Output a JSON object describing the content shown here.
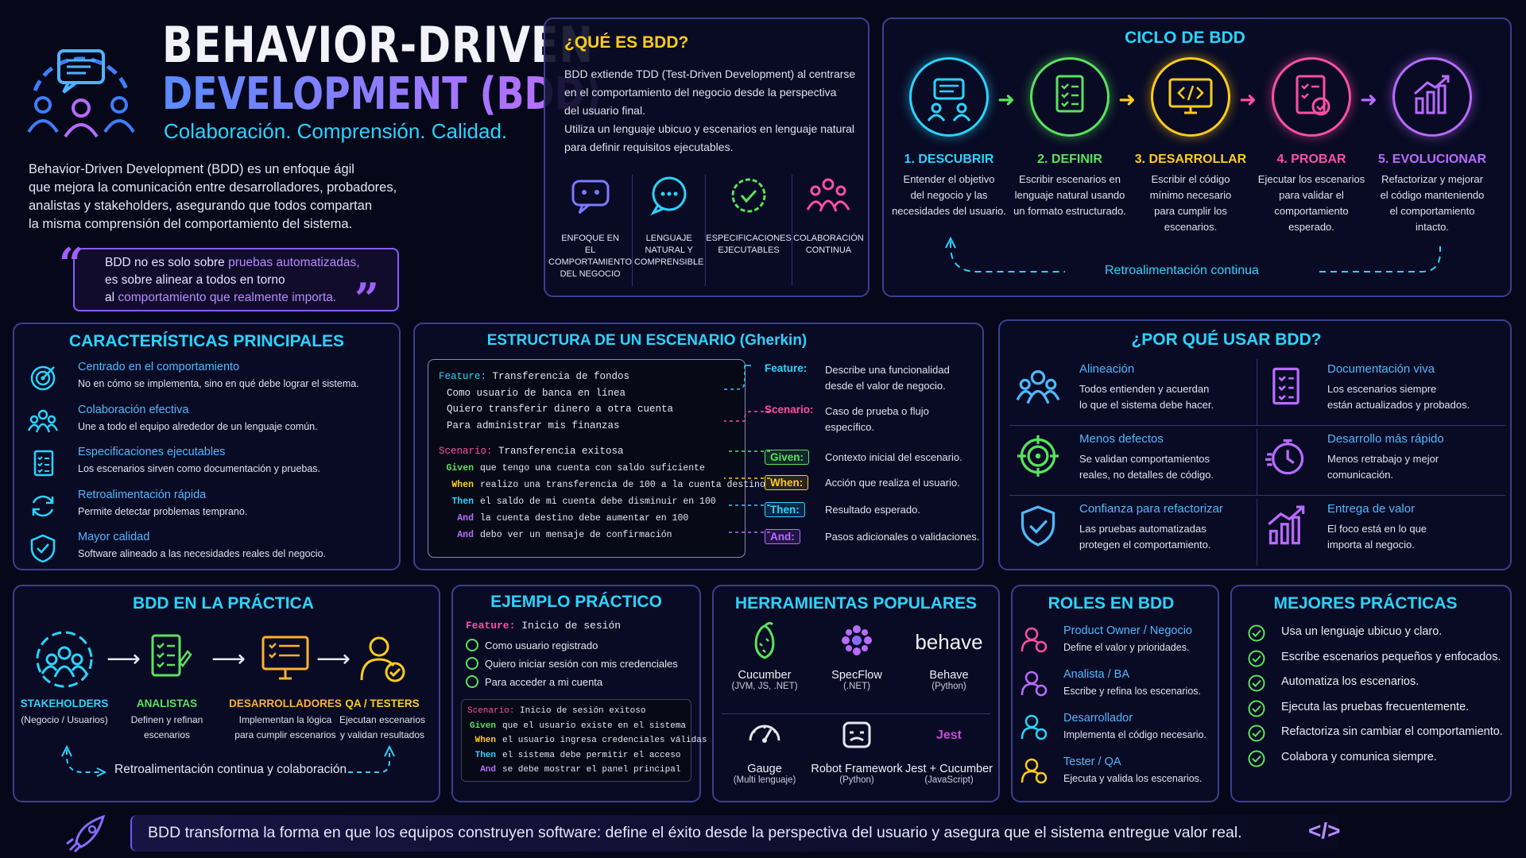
{
  "header": {
    "title1": "BEHAVIOR-DRIVEN",
    "title2": "DEVELOPMENT (BDD)",
    "subtitle": "Colaboración. Comprensión. Calidad.",
    "intro": [
      "Behavior-Driven Development (BDD) es un enfoque ágil",
      "que mejora la comunicación entre desarrolladores, probadores,",
      "analistas y stakeholders, asegurando que todos compartan",
      "la misma comprensión del comportamiento del sistema."
    ],
    "quote": {
      "l1a": "BDD no es solo sobre ",
      "l1b": "pruebas automatizadas,",
      "l2": "es sobre alinear a todos en torno",
      "l3a": "al ",
      "l3b": "comportamiento que realmente importa."
    }
  },
  "que": {
    "title": "¿QUÉ ES BDD?",
    "p1": [
      "BDD extiende TDD (Test-Driven Development) al centrarse",
      "en el comportamiento del negocio desde la perspectiva",
      "del usuario final."
    ],
    "p2": [
      "Utiliza un lenguaje ubicuo y escenarios en lenguaje natural",
      "para definir requisitos ejecutables."
    ],
    "items": [
      {
        "l1": "ENFOQUE EN",
        "l2": "EL COMPORTAMIENTO",
        "l3": "DEL NEGOCIO"
      },
      {
        "l1": "LENGUAJE",
        "l2": "NATURAL Y",
        "l3": "COMPRENSIBLE"
      },
      {
        "l1": "ESPECIFICACIONES",
        "l2": "EJECUTABLES",
        "l3": ""
      },
      {
        "l1": "COLABORACIÓN",
        "l2": "CONTINUA",
        "l3": ""
      }
    ]
  },
  "ciclo": {
    "title": "CICLO DE BDD",
    "feedback": "Retroalimentación continua",
    "steps": [
      {
        "title": "1. DESCUBRIR",
        "d": [
          "Entender el objetivo",
          "del negocio y las",
          "necesidades del usuario."
        ],
        "color": "#2ad4ff"
      },
      {
        "title": "2. DEFINIR",
        "d": [
          "Escribir escenarios en",
          "lenguaje natural usando",
          "un formato estructurado."
        ],
        "color": "#59e35d"
      },
      {
        "title": "3. DESARROLLAR",
        "d": [
          "Escribir el código",
          "mínimo necesario",
          "para cumplir los",
          "escenarios."
        ],
        "color": "#ffcc1a"
      },
      {
        "title": "4. PROBAR",
        "d": [
          "Ejecutar los escenarios",
          "para validar el",
          "comportamiento",
          "esperado."
        ],
        "color": "#ff4fa3"
      },
      {
        "title": "5. EVOLUCIONAR",
        "d": [
          "Refactorizar y mejorar",
          "el código manteniendo",
          "el comportamiento",
          "intacto."
        ],
        "color": "#b86bff"
      }
    ]
  },
  "caract": {
    "title": "CARACTERÍSTICAS PRINCIPALES",
    "items": [
      {
        "t": "Centrado en el comportamiento",
        "d": "No en cómo se implementa, sino en qué debe lograr el sistema.",
        "icon": "target-icon"
      },
      {
        "t": "Colaboración efectiva",
        "d": "Une a todo el equipo alrededor de un lenguaje común.",
        "icon": "team-icon"
      },
      {
        "t": "Especificaciones ejecutables",
        "d": "Los escenarios sirven como documentación y pruebas.",
        "icon": "document-icon"
      },
      {
        "t": "Retroalimentación rápida",
        "d": "Permite detectar problemas temprano.",
        "icon": "refresh-icon"
      },
      {
        "t": "Mayor calidad",
        "d": "Software alineado a las necesidades reales del negocio.",
        "icon": "shield-check-icon"
      }
    ]
  },
  "gherkin": {
    "title": "ESTRUCTURA DE UN ESCENARIO (Gherkin)",
    "feature_kw": "Feature:",
    "feature_name": " Transferencia de fondos",
    "feature_lines": [
      "Como usuario de banca en línea",
      "Quiero transferir dinero a otra cuenta",
      "Para administrar mis finanzas"
    ],
    "scenario_kw": "Scenario:",
    "scenario_name": " Transferencia exitosa",
    "steps": [
      {
        "kw": "Given",
        "t": "que tengo una cuenta con saldo suficiente",
        "c": "#59e35d"
      },
      {
        "kw": "When",
        "t": "realizo una transferencia de 100 a la cuenta destino",
        "c": "#ffcc1a"
      },
      {
        "kw": "Then",
        "t": "el saldo de mi cuenta debe disminuir en 100",
        "c": "#2ad4ff"
      },
      {
        "kw": "And",
        "t": "la cuenta destino debe aumentar en 100",
        "c": "#b86bff"
      },
      {
        "kw": "And",
        "t": "debo ver un mensaje de confirmación",
        "c": "#b86bff"
      }
    ],
    "legend": [
      {
        "k": "Feature:",
        "d": [
          "Describe una funcionalidad",
          "desde el valor de negocio."
        ],
        "c": "#2ad4ff"
      },
      {
        "k": "Scenario:",
        "d": [
          "Caso de prueba o flujo",
          "específico."
        ],
        "c": "#ff4fa3"
      },
      {
        "k": "Given:",
        "d": [
          "Contexto inicial del escenario."
        ],
        "c": "#59e35d"
      },
      {
        "k": "When:",
        "d": [
          "Acción que realiza el usuario."
        ],
        "c": "#ffcc1a"
      },
      {
        "k": "Then:",
        "d": [
          "Resultado esperado."
        ],
        "c": "#2ad4ff"
      },
      {
        "k": "And:",
        "d": [
          "Pasos adicionales o validaciones."
        ],
        "c": "#b86bff"
      }
    ]
  },
  "porque": {
    "title": "¿POR QUÉ USAR BDD?",
    "items": [
      {
        "t": "Alineación",
        "d": [
          "Todos entienden y acuerdan",
          "lo que el sistema debe hacer."
        ],
        "icon": "team-icon"
      },
      {
        "t": "Documentación viva",
        "d": [
          "Los escenarios siempre",
          "están actualizados y probados."
        ],
        "icon": "document-icon"
      },
      {
        "t": "Menos defectos",
        "d": [
          "Se validan comportamientos",
          "reales, no detalles de código."
        ],
        "icon": "target-icon"
      },
      {
        "t": "Desarrollo más rápido",
        "d": [
          "Menos retrabajo y mejor",
          "comunicación."
        ],
        "icon": "stopwatch-icon"
      },
      {
        "t": "Confianza para refactorizar",
        "d": [
          "Las pruebas automatizadas",
          "protegen el comportamiento."
        ],
        "icon": "shield-check-icon"
      },
      {
        "t": "Entrega de valor",
        "d": [
          "El foco está en lo que",
          "importa al negocio."
        ],
        "icon": "growth-chart-icon"
      }
    ]
  },
  "practica": {
    "title": "BDD EN LA PRÁCTICA",
    "feedback": "Retroalimentación continua y colaboración",
    "roles": [
      {
        "t": "STAKEHOLDERS",
        "d": [
          "(Negocio / Usuarios)"
        ],
        "c": "#2ad4ff"
      },
      {
        "t": "ANALISTAS",
        "d": [
          "Definen y refinan",
          "escenarios"
        ],
        "c": "#59e35d"
      },
      {
        "t": "DESARROLLADORES",
        "d": [
          "Implementan la lógica",
          "para cumplir escenarios"
        ],
        "c": "#ffb030"
      },
      {
        "t": "QA / TESTERS",
        "d": [
          "Ejecutan escenarios",
          "y validan resultados"
        ],
        "c": "#ffcc1a"
      }
    ]
  },
  "ejemplo": {
    "title": "EJEMPLO PRÁCTICO",
    "feature_kw": "Feature:",
    "feature_name": " Inicio de sesión",
    "lines": [
      "Como usuario registrado",
      "Quiero iniciar sesión con mis credenciales",
      "Para acceder a mi cuenta"
    ],
    "scenario_kw": "Scenario:",
    "scenario_name": " Inicio de sesión exitoso",
    "steps": [
      {
        "kw": "Given",
        "t": "que el usuario existe en el sistema",
        "c": "#59e35d"
      },
      {
        "kw": "When",
        "t": "el usuario ingresa credenciales válidas",
        "c": "#ffcc1a"
      },
      {
        "kw": "Then",
        "t": "el sistema debe permitir el acceso",
        "c": "#2ad4ff"
      },
      {
        "kw": "And",
        "t": "se debe mostrar el panel principal",
        "c": "#b86bff"
      }
    ]
  },
  "herr": {
    "title": "HERRAMIENTAS POPULARES",
    "tools": [
      {
        "n": "Cucumber",
        "s": "(JVM, JS, .NET)"
      },
      {
        "n": "SpecFlow",
        "s": "(.NET)"
      },
      {
        "n": "Behave",
        "s": "(Python)",
        "logo": "behave"
      },
      {
        "n": "Gauge",
        "s": "(Multi lenguaje)"
      },
      {
        "n": "Robot Framework",
        "s": "(Python)"
      },
      {
        "n": "Jest + Cucumber",
        "s": "(JavaScript)",
        "logo": "Jest"
      }
    ]
  },
  "rolesbdd": {
    "title": "ROLES EN BDD",
    "items": [
      {
        "t": "Product Owner / Negocio",
        "d": "Define el valor y prioridades.",
        "c": "#ff4fa3"
      },
      {
        "t": "Analista / BA",
        "d": "Escribe y refina los escenarios.",
        "c": "#b86bff"
      },
      {
        "t": "Desarrollador",
        "d": "Implementa el código necesario.",
        "c": "#2ad4ff"
      },
      {
        "t": "Tester / QA",
        "d": "Ejecuta y valida los escenarios.",
        "c": "#ffcc1a"
      }
    ]
  },
  "mejores": {
    "title": "MEJORES PRÁCTICAS",
    "items": [
      "Usa un lenguaje ubicuo y claro.",
      "Escribe escenarios pequeños y enfocados.",
      "Automatiza los escenarios.",
      "Ejecuta las pruebas frecuentemente.",
      "Refactoriza sin cambiar el comportamiento.",
      "Colabora y comunica siempre."
    ]
  },
  "footer": {
    "text": "BDD transforma la forma en que los equipos construyen software: define el éxito desde la perspectiva del usuario y asegura que el sistema entregue valor real.",
    "code": "</>"
  }
}
